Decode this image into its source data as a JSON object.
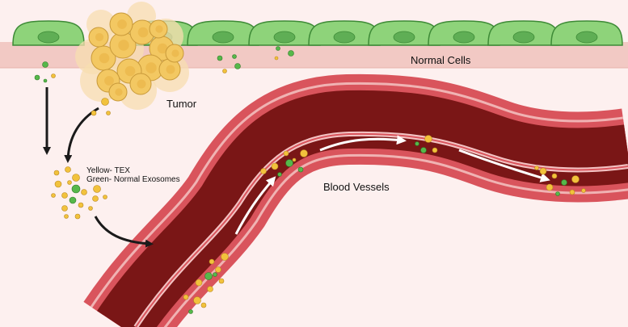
{
  "labels": {
    "normal_cells": "Normal Cells",
    "tumor": "Tumor",
    "legend_yellow": "Yellow- TEX",
    "legend_green": "Green- Normal Exosomes",
    "blood_vessels": "Blood Vessels"
  },
  "colors": {
    "background": "#fdf0ef",
    "tissue_band": "#f2c9c4",
    "cell_fill": "#8ed37a",
    "cell_stroke": "#3d8a36",
    "nucleus": "#5fae55",
    "tumor_cell": "#f3c862",
    "tumor_halo": "#f7ddb0",
    "tex_exosome": "#f2c23c",
    "normal_exosome": "#56b84a",
    "vessel_wall": "#d9545c",
    "vessel_lining": "#f0b3b3",
    "blood": "#7a1616",
    "arrow_dark": "#1a1a1a",
    "arrow_light": "#ffffff"
  },
  "icons": {
    "normal_cell": "normal-cell-icon",
    "tumor_cell": "tumor-cell-icon",
    "tex_exosome": "tex-exosome-icon",
    "normal_exosome": "normal-exosome-icon",
    "arrow": "arrow-icon"
  }
}
